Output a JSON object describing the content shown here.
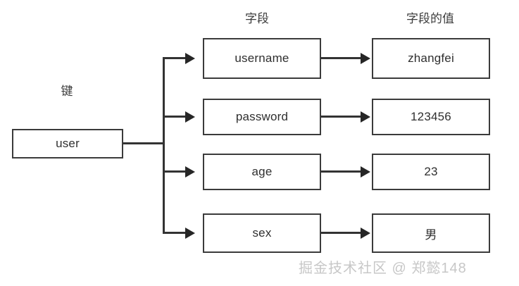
{
  "diagram": {
    "title_labels": {
      "key": "键",
      "field": "字段",
      "field_value": "字段的值"
    },
    "key_node": {
      "label": "user"
    },
    "rows": [
      {
        "field": "username",
        "value": "zhangfei"
      },
      {
        "field": "password",
        "value": "123456"
      },
      {
        "field": "age",
        "value": "23"
      },
      {
        "field": "sex",
        "value": "男"
      }
    ],
    "colors": {
      "box_border": "#3b3b3b",
      "connector": "#333333",
      "arrowhead": "#262626",
      "text": "#2f2f2f",
      "label_text": "#3c3c3c",
      "watermark_text": "#c7c7c7",
      "background": "#ffffff"
    }
  },
  "watermark": {
    "text": "掘金技术社区 @ 郑懿148"
  }
}
